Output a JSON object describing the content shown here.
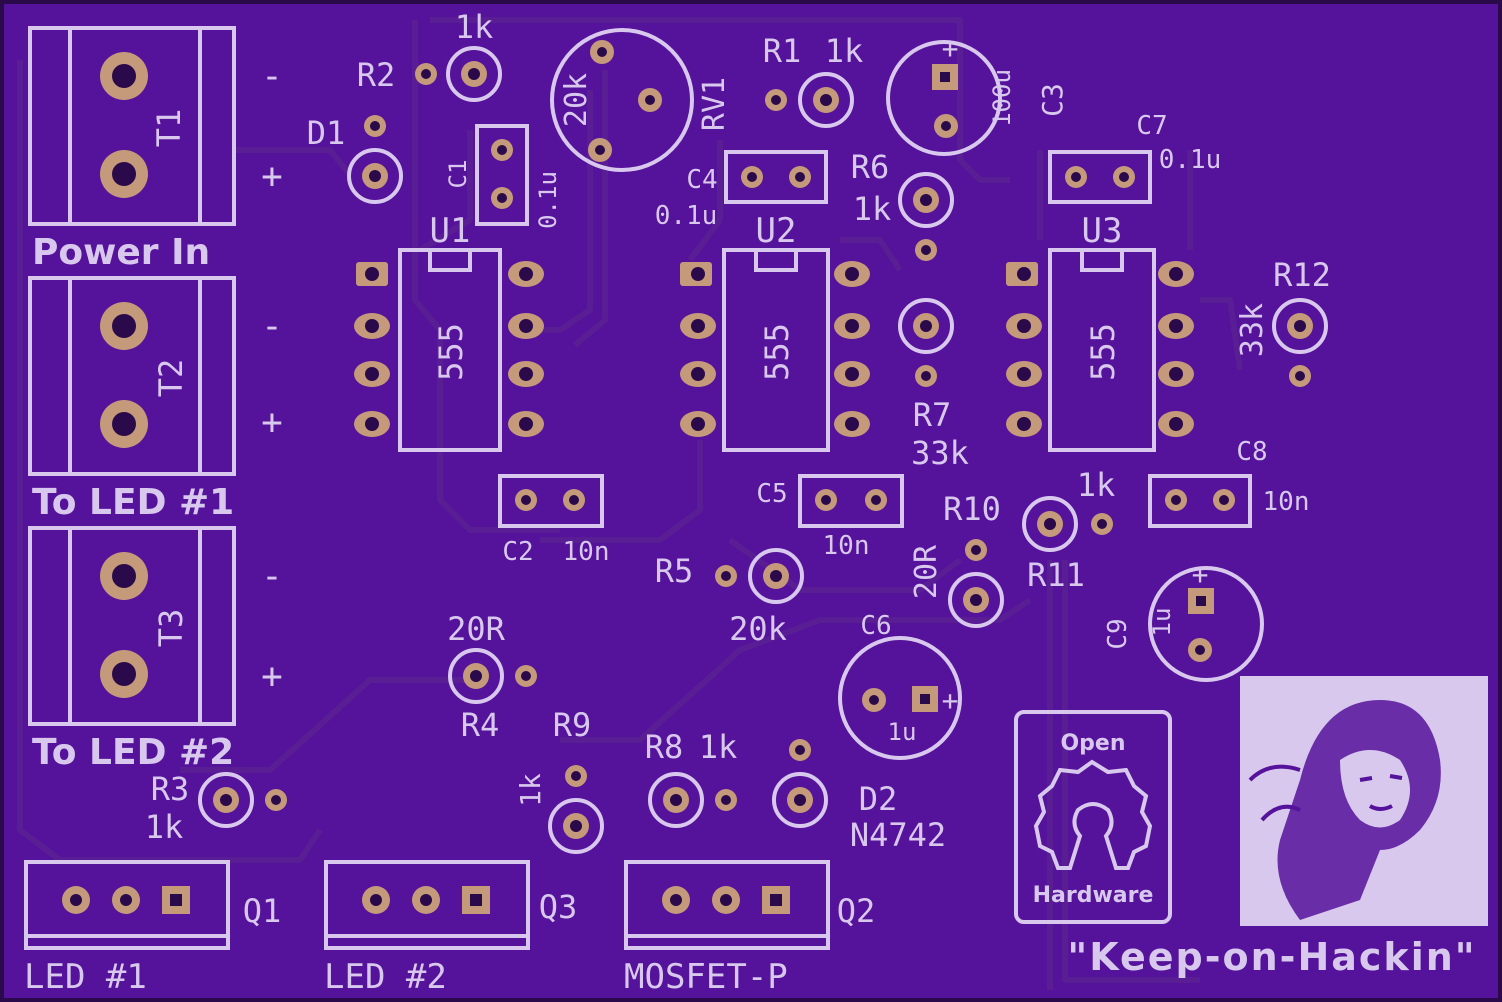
{
  "board": {
    "colors": {
      "substrate": "#55129a",
      "trace": "#5a1e94",
      "silkscreen": "#d9c8ee",
      "pad": "#c49a7a",
      "edge": "#2a0a4a"
    }
  },
  "terminals": {
    "t1": {
      "ref": "T1",
      "minus": "-",
      "plus": "+",
      "label": "Power In"
    },
    "t2": {
      "ref": "T2",
      "minus": "-",
      "plus": "+",
      "label": "To LED #1"
    },
    "t3": {
      "ref": "T3",
      "minus": "-",
      "plus": "+",
      "label": "To LED #2"
    }
  },
  "ics": {
    "u1": {
      "ref": "U1",
      "part": "555"
    },
    "u2": {
      "ref": "U2",
      "part": "555"
    },
    "u3": {
      "ref": "U3",
      "part": "555"
    }
  },
  "resistors": {
    "r1": {
      "ref": "R1",
      "value": "1k"
    },
    "r2": {
      "ref": "R2",
      "value": "1k"
    },
    "r3": {
      "ref": "R3",
      "value": "1k"
    },
    "r4": {
      "ref": "R4",
      "value": "20R"
    },
    "r5": {
      "ref": "R5",
      "value": "20k"
    },
    "r6": {
      "ref": "R6",
      "value": "1k"
    },
    "r7": {
      "ref": "R7",
      "value": "33k"
    },
    "r8": {
      "ref": "R8",
      "value": "1k"
    },
    "r9": {
      "ref": "R9",
      "value": "1k"
    },
    "r10": {
      "ref": "R10",
      "value": "20R"
    },
    "r11": {
      "ref": "R11",
      "value": "1k"
    },
    "r12": {
      "ref": "R12",
      "value": "33k"
    },
    "rv1": {
      "ref": "RV1",
      "value": "20k"
    }
  },
  "capacitors": {
    "c1": {
      "ref": "C1",
      "value": "0.1u"
    },
    "c2": {
      "ref": "C2",
      "value": "10n"
    },
    "c3": {
      "ref": "C3",
      "value": "100u",
      "polarity": "+"
    },
    "c4": {
      "ref": "C4",
      "value": "0.1u"
    },
    "c5": {
      "ref": "C5",
      "value": "10n"
    },
    "c6": {
      "ref": "C6",
      "value": "1u",
      "polarity": "+"
    },
    "c7": {
      "ref": "C7",
      "value": "0.1u"
    },
    "c8": {
      "ref": "C8",
      "value": "10n"
    },
    "c9": {
      "ref": "C9",
      "value": "1u",
      "polarity": "+"
    }
  },
  "diodes": {
    "d1": {
      "ref": "D1"
    },
    "d2": {
      "ref": "D2",
      "value": "N4742"
    }
  },
  "transistors": {
    "q1": {
      "ref": "Q1",
      "label": "LED #1"
    },
    "q2": {
      "ref": "Q2",
      "label": "MOSFET-P"
    },
    "q3": {
      "ref": "Q3",
      "label": "LED #2"
    }
  },
  "logo": {
    "top": "Open",
    "bottom": "Hardware"
  },
  "portrait": {
    "icon": "portrait-image"
  },
  "slogan": "\"Keep-on-Hackin\""
}
